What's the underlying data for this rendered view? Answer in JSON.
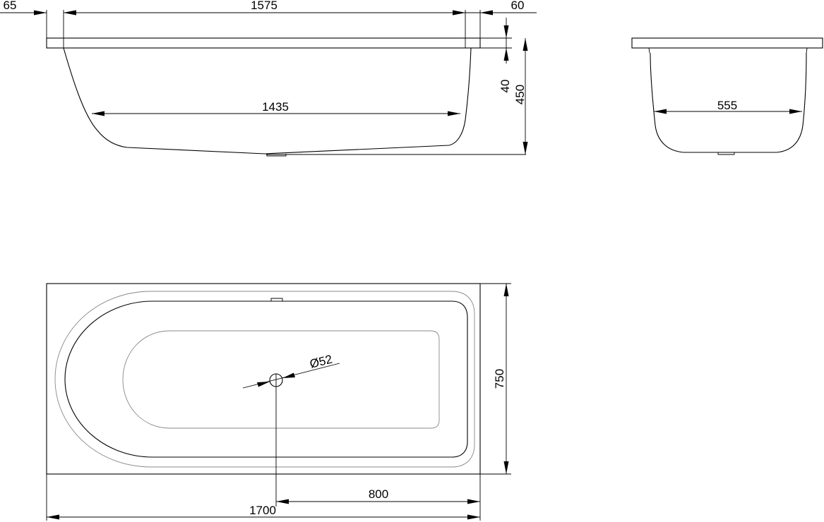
{
  "colors": {
    "line": "#000000",
    "light_line": "#888888",
    "background": "#ffffff"
  },
  "side_view": {
    "dim_overhang_left": "65",
    "dim_top_length": "1575",
    "dim_overhang_right": "60",
    "dim_inner_bottom": "1435",
    "dim_rim_height": "40",
    "dim_total_height": "450"
  },
  "end_view": {
    "dim_inner_width": "555"
  },
  "top_view": {
    "dim_drain_diameter": "Ø52",
    "dim_width": "750",
    "dim_drain_offset": "800",
    "dim_length": "1700"
  }
}
